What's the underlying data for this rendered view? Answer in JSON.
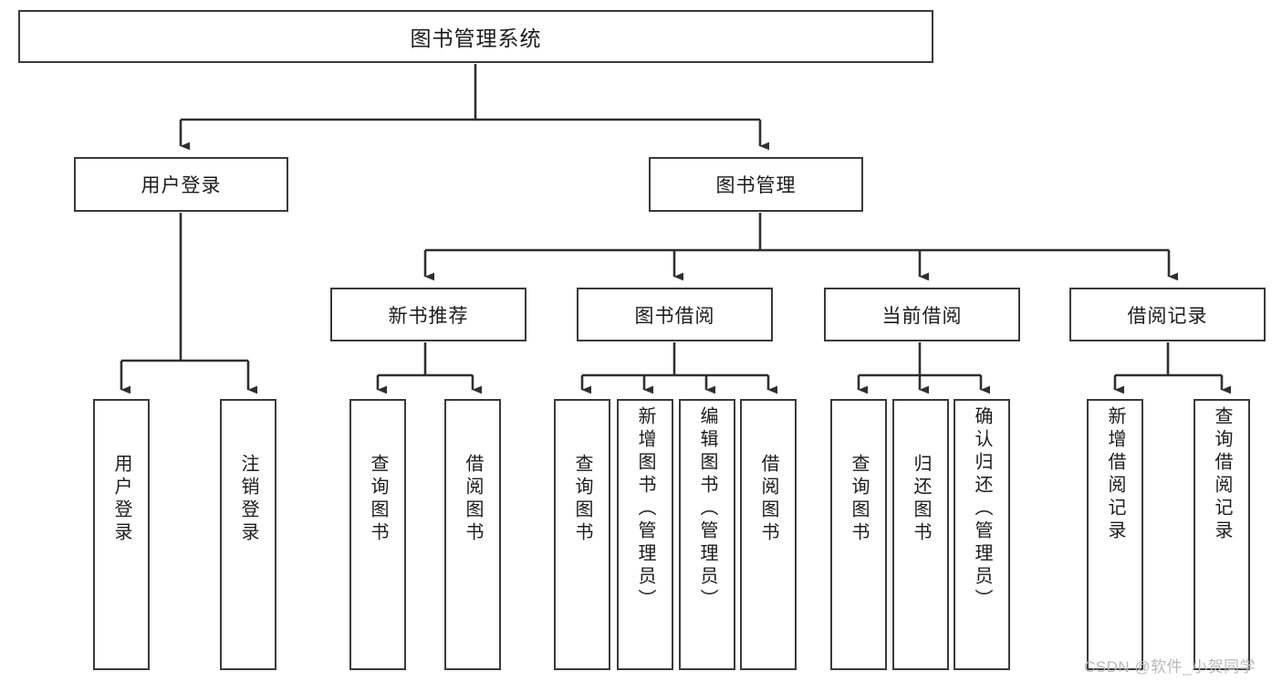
{
  "diagram": {
    "title": "图书管理系统",
    "type": "hierarchy-tree",
    "watermark": "CSDN @软件_小贺同学",
    "colors": {
      "box_border": "#3a3a3a",
      "box_fill": "#ffffff",
      "connector": "#2f2f2f",
      "text": "#1b1b1b",
      "watermark": "#b9b9b9",
      "background": "#ffffff"
    },
    "root": {
      "label": "图书管理系统"
    },
    "level2": [
      {
        "id": "user-login",
        "label": "用户登录"
      },
      {
        "id": "book-manage",
        "label": "图书管理"
      }
    ],
    "level3": [
      {
        "id": "new-book-recommend",
        "label": "新书推荐",
        "parent": "book-manage"
      },
      {
        "id": "book-borrow",
        "label": "图书借阅",
        "parent": "book-manage"
      },
      {
        "id": "current-borrow",
        "label": "当前借阅",
        "parent": "book-manage"
      },
      {
        "id": "borrow-record",
        "label": "借阅记录",
        "parent": "book-manage"
      }
    ],
    "leaves": [
      {
        "id": "leaf-user-login",
        "label": "用户登录",
        "parent": "user-login"
      },
      {
        "id": "leaf-user-logout",
        "label": "注销登录",
        "parent": "user-login"
      },
      {
        "id": "leaf-query-book-1",
        "label": "查询图书",
        "parent": "new-book-recommend"
      },
      {
        "id": "leaf-borrow-book-1",
        "label": "借阅图书",
        "parent": "new-book-recommend"
      },
      {
        "id": "leaf-query-book-2",
        "label": "查询图书",
        "parent": "book-borrow"
      },
      {
        "id": "leaf-add-book",
        "label": "新增图书（管理员）",
        "parent": "book-borrow"
      },
      {
        "id": "leaf-edit-book",
        "label": "编辑图书（管理员）",
        "parent": "book-borrow"
      },
      {
        "id": "leaf-borrow-book-2",
        "label": "借阅图书",
        "parent": "book-borrow"
      },
      {
        "id": "leaf-query-book-3",
        "label": "查询图书",
        "parent": "current-borrow"
      },
      {
        "id": "leaf-return-book",
        "label": "归还图书",
        "parent": "current-borrow"
      },
      {
        "id": "leaf-confirm-return",
        "label": "确认归还（管理员）",
        "parent": "current-borrow"
      },
      {
        "id": "leaf-add-record",
        "label": "新增借阅记录",
        "parent": "borrow-record"
      },
      {
        "id": "leaf-query-record",
        "label": "查询借阅记录",
        "parent": "borrow-record"
      }
    ]
  }
}
